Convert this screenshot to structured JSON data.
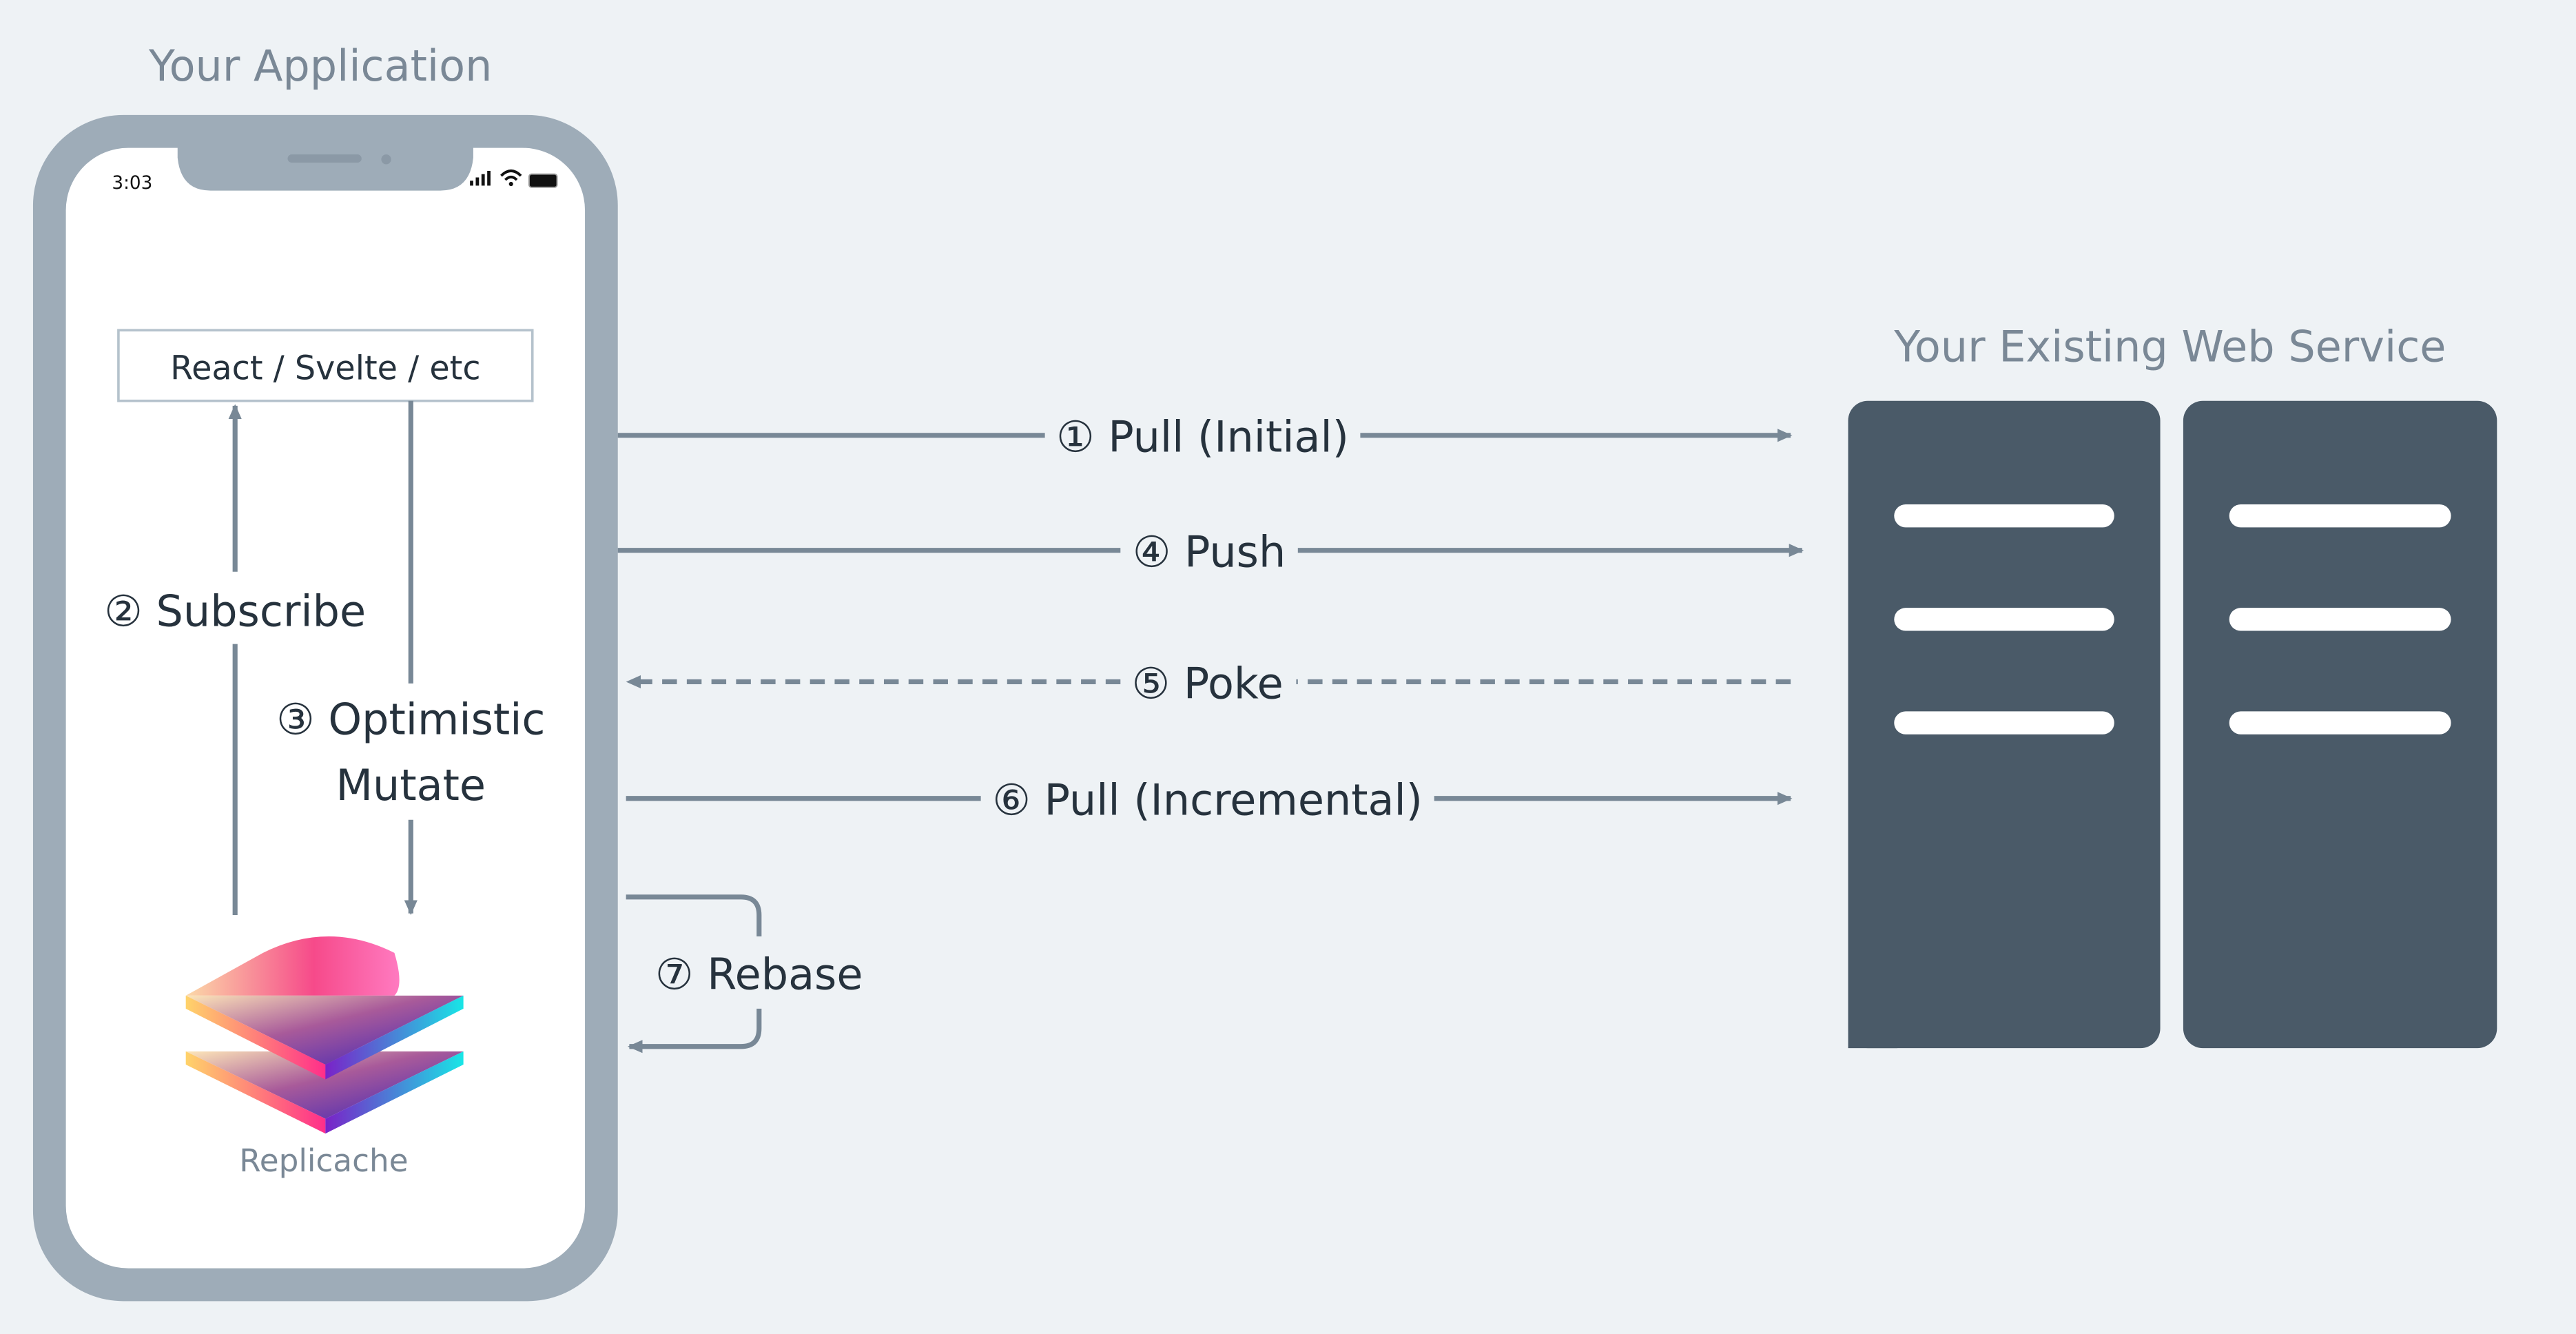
{
  "app_title": "Your Application",
  "service_title": "Your Existing Web Service",
  "phone": {
    "status_time": "3:03",
    "framework_box": "React / Svelte / etc",
    "library_name": "Replicache",
    "icons": [
      "signal-icon",
      "wifi-icon",
      "battery-icon"
    ]
  },
  "steps": {
    "subscribe": "② Subscribe",
    "optimistic_1": "③ Optimistic",
    "optimistic_2": "Mutate",
    "pull_initial": "① Pull (Initial)",
    "push": "④ Push",
    "poke": "⑤ Poke",
    "pull_incremental": "⑥ Pull (Incremental)",
    "rebase": "⑦ Rebase"
  },
  "colors": {
    "background": "#eef2f5",
    "phone_frame": "#9eacb8",
    "arrow": "#788896",
    "server": "#4a5a68"
  }
}
